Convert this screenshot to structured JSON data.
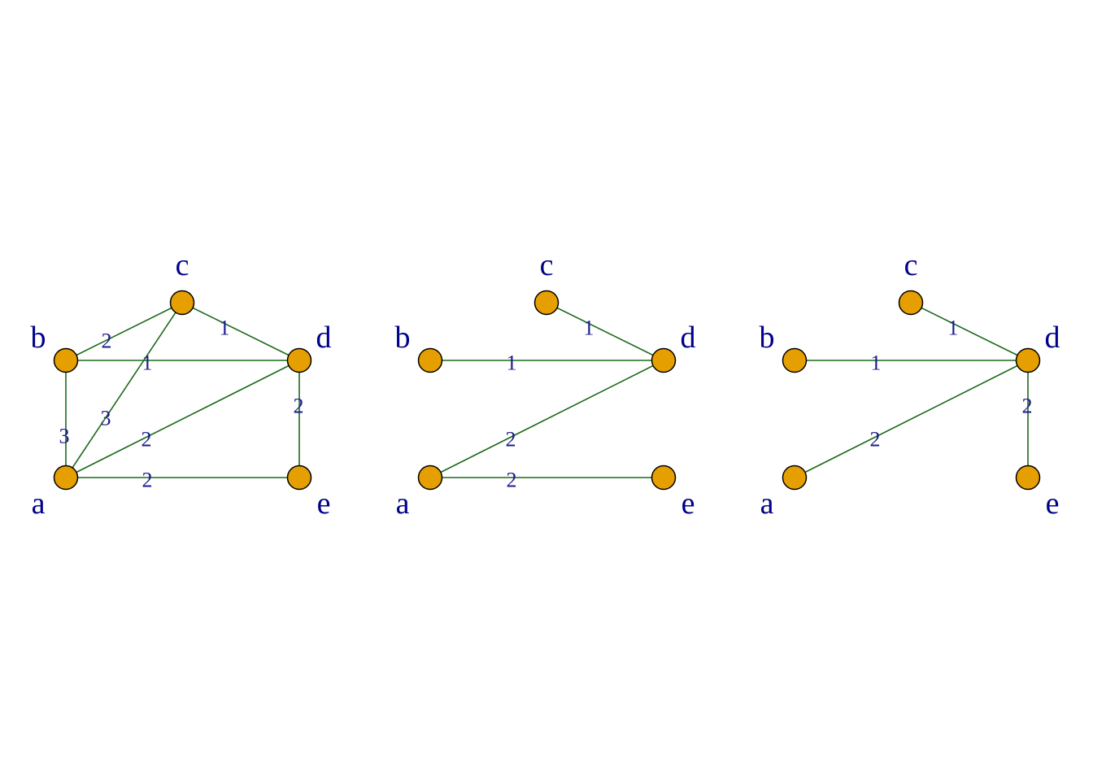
{
  "colors": {
    "vertex_fill": "#e69f00",
    "vertex_stroke": "#000000",
    "edge": "#1a6b1a",
    "vertex_label": "#00008b",
    "edge_label": "#1c1c8c",
    "background": "#ffffff"
  },
  "graphs": [
    {
      "id": "full-graph",
      "vertices": [
        "a",
        "b",
        "c",
        "d",
        "e"
      ],
      "edges": [
        {
          "from": "b",
          "to": "c",
          "weight": "2"
        },
        {
          "from": "c",
          "to": "d",
          "weight": "1"
        },
        {
          "from": "b",
          "to": "d",
          "weight": "1"
        },
        {
          "from": "a",
          "to": "c",
          "weight": "3"
        },
        {
          "from": "a",
          "to": "b",
          "weight": "3"
        },
        {
          "from": "a",
          "to": "d",
          "weight": "2"
        },
        {
          "from": "d",
          "to": "e",
          "weight": "2"
        },
        {
          "from": "a",
          "to": "e",
          "weight": "2"
        }
      ]
    },
    {
      "id": "spanning-tree-1",
      "vertices": [
        "a",
        "b",
        "c",
        "d",
        "e"
      ],
      "edges": [
        {
          "from": "c",
          "to": "d",
          "weight": "1"
        },
        {
          "from": "b",
          "to": "d",
          "weight": "1"
        },
        {
          "from": "a",
          "to": "d",
          "weight": "2"
        },
        {
          "from": "a",
          "to": "e",
          "weight": "2"
        }
      ]
    },
    {
      "id": "spanning-tree-2",
      "vertices": [
        "a",
        "b",
        "c",
        "d",
        "e"
      ],
      "edges": [
        {
          "from": "c",
          "to": "d",
          "weight": "1"
        },
        {
          "from": "b",
          "to": "d",
          "weight": "1"
        },
        {
          "from": "a",
          "to": "d",
          "weight": "2"
        },
        {
          "from": "d",
          "to": "e",
          "weight": "2"
        }
      ]
    }
  ]
}
